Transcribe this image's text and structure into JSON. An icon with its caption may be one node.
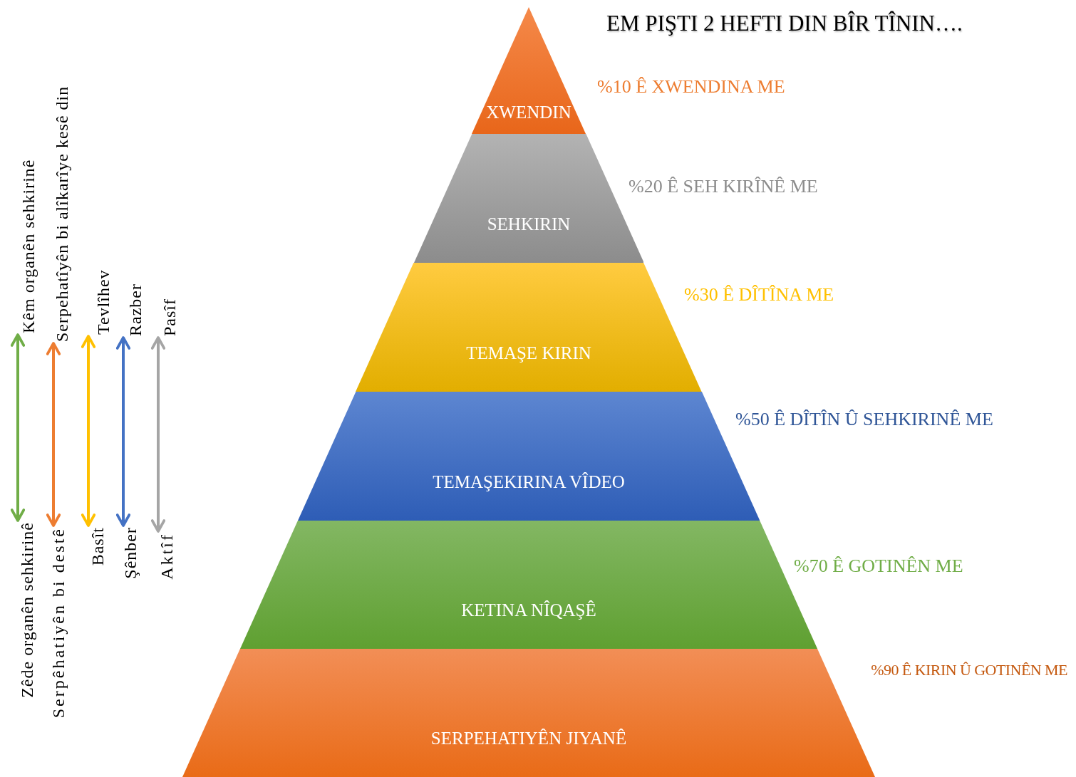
{
  "diagram": {
    "title": "EM PIŞTI 2 HEFTI DIN BÎR TÎNIN….",
    "nodes": [
      {
        "text": [
          "XWENDIN"
        ],
        "beside": [
          "%10 Ê XWENDINA ME"
        ]
      },
      {
        "text": [
          "SEHKIRIN"
        ],
        "beside": [
          "%20 Ê SEH KIRÎNÊ ME"
        ]
      },
      {
        "text": [
          "TEMAŞE KIRIN"
        ],
        "beside": [
          "%30 Ê DÎTÎNA ME"
        ]
      },
      {
        "text": [
          "TEMAŞEKIRINA VÎDEO"
        ],
        "beside": [
          "%50 Ê DÎTÎN Û SEHKIRINÊ ME"
        ]
      },
      {
        "text": [
          "KETINA NÎQAŞÊ"
        ],
        "beside": [
          "%70 Ê GOTINÊN ME"
        ]
      },
      {
        "text": [
          "SERPEHATIYÊN JIYANÊ"
        ],
        "beside": [
          "%90 Ê KIRIN Û GOTINÊN ME"
        ]
      },
      {
        "text": [
          "Kêm organên sehkirinê"
        ]
      },
      {
        "text": [
          "Serpehatîyên bi alîkarîye kesê din"
        ]
      },
      {
        "text": [
          "Tevlîhev"
        ]
      },
      {
        "text": [
          "Razber"
        ]
      },
      {
        "text": [
          "Pasîf"
        ]
      },
      {
        "text": [
          "Zêde organên sehkirinê"
        ]
      },
      {
        "text": [
          "Serpêhatiyên bi destê"
        ]
      },
      {
        "text": [
          "Basît"
        ]
      },
      {
        "text": [
          "Şênber"
        ]
      },
      {
        "text": [
          "Aktîf"
        ]
      }
    ],
    "edges": [
      {
        "from": 6,
        "to": 11,
        "arrow": "both",
        "color": "#70ad47"
      },
      {
        "from": 7,
        "to": 12,
        "arrow": "both",
        "color": "#ed7d31"
      },
      {
        "from": 8,
        "to": 13,
        "arrow": "both",
        "color": "#ffc000"
      },
      {
        "from": 9,
        "to": 14,
        "arrow": "both",
        "color": "#4472c4"
      },
      {
        "from": 10,
        "to": 15,
        "arrow": "both",
        "color": "#a5a5a5"
      }
    ]
  }
}
